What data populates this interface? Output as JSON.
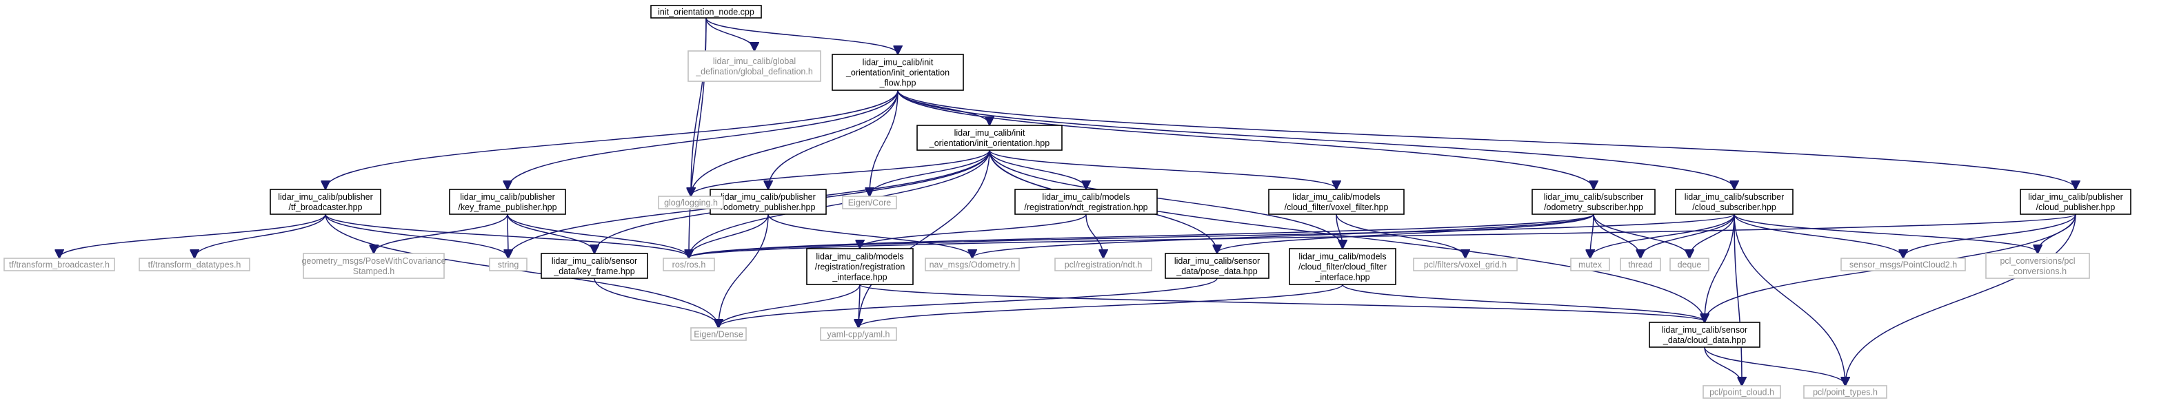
{
  "nodes": {
    "root": {
      "lines": [
        "init_orientation_node.cpp"
      ]
    },
    "global_def": {
      "lines": [
        "lidar_imu_calib/global",
        "_defination/global_defination.h"
      ]
    },
    "init_flow": {
      "lines": [
        "lidar_imu_calib/init",
        "_orientation/init_orientation",
        "_flow.hpp"
      ]
    },
    "init_orient": {
      "lines": [
        "lidar_imu_calib/init",
        "_orientation/init_orientation.hpp"
      ]
    },
    "tf_bc": {
      "lines": [
        "lidar_imu_calib/publisher",
        "/tf_broadcaster.hpp"
      ]
    },
    "kf_pub": {
      "lines": [
        "lidar_imu_calib/publisher",
        "/key_frame_publisher.hpp"
      ]
    },
    "odom_pub": {
      "lines": [
        "lidar_imu_calib/publisher",
        "/odometry_publisher.hpp"
      ]
    },
    "glog": {
      "lines": [
        "glog/logging.h"
      ]
    },
    "eigen_core": {
      "lines": [
        "Eigen/Core"
      ]
    },
    "ndt_reg": {
      "lines": [
        "lidar_imu_calib/models",
        "/registration/ndt_registration.hpp"
      ]
    },
    "voxel": {
      "lines": [
        "lidar_imu_calib/models",
        "/cloud_filter/voxel_filter.hpp"
      ]
    },
    "odom_sub": {
      "lines": [
        "lidar_imu_calib/subscriber",
        "/odometry_subscriber.hpp"
      ]
    },
    "cloud_sub": {
      "lines": [
        "lidar_imu_calib/subscriber",
        "/cloud_subscriber.hpp"
      ]
    },
    "cloud_pub": {
      "lines": [
        "lidar_imu_calib/publisher",
        "/cloud_publisher.hpp"
      ]
    },
    "tf_bc_h": {
      "lines": [
        "tf/transform_broadcaster.h"
      ]
    },
    "tf_dt": {
      "lines": [
        "tf/transform_datatypes.h"
      ]
    },
    "geom": {
      "lines": [
        "geometry_msgs/PoseWithCovariance",
        "Stamped.h"
      ]
    },
    "string": {
      "lines": [
        "string"
      ]
    },
    "key_frame": {
      "lines": [
        "lidar_imu_calib/sensor",
        "_data/key_frame.hpp"
      ]
    },
    "ros": {
      "lines": [
        "ros/ros.h"
      ]
    },
    "reg_iface": {
      "lines": [
        "lidar_imu_calib/models",
        "/registration/registration",
        "_interface.hpp"
      ]
    },
    "nav": {
      "lines": [
        "nav_msgs/Odometry.h"
      ]
    },
    "pcl_ndt": {
      "lines": [
        "pcl/registration/ndt.h"
      ]
    },
    "pose_data": {
      "lines": [
        "lidar_imu_calib/sensor",
        "_data/pose_data.hpp"
      ]
    },
    "cf_iface": {
      "lines": [
        "lidar_imu_calib/models",
        "/cloud_filter/cloud_filter",
        "_interface.hpp"
      ]
    },
    "pcl_voxel": {
      "lines": [
        "pcl/filters/voxel_grid.h"
      ]
    },
    "mutex": {
      "lines": [
        "mutex"
      ]
    },
    "thread": {
      "lines": [
        "thread"
      ]
    },
    "deque": {
      "lines": [
        "deque"
      ]
    },
    "pc2": {
      "lines": [
        "sensor_msgs/PointCloud2.h"
      ]
    },
    "pcl_conv": {
      "lines": [
        "pcl_conversions/pcl",
        "_conversions.h"
      ]
    },
    "eigen_dense": {
      "lines": [
        "Eigen/Dense"
      ]
    },
    "yaml": {
      "lines": [
        "yaml-cpp/yaml.h"
      ]
    },
    "cloud_data": {
      "lines": [
        "lidar_imu_calib/sensor",
        "_data/cloud_data.hpp"
      ]
    },
    "pcl_pc": {
      "lines": [
        "pcl/point_cloud.h"
      ]
    },
    "pcl_pt": {
      "lines": [
        "pcl/point_types.h"
      ]
    }
  },
  "edges": [
    [
      "root",
      "global_def"
    ],
    [
      "root",
      "init_flow"
    ],
    [
      "root",
      "glog"
    ],
    [
      "root",
      "ros"
    ],
    [
      "init_flow",
      "init_orient"
    ],
    [
      "init_flow",
      "tf_bc"
    ],
    [
      "init_flow",
      "kf_pub"
    ],
    [
      "init_flow",
      "odom_pub"
    ],
    [
      "init_flow",
      "glog"
    ],
    [
      "init_flow",
      "eigen_core"
    ],
    [
      "init_flow",
      "odom_sub"
    ],
    [
      "init_flow",
      "cloud_sub"
    ],
    [
      "init_flow",
      "cloud_pub"
    ],
    [
      "init_orient",
      "glog"
    ],
    [
      "init_orient",
      "eigen_core"
    ],
    [
      "init_orient",
      "ndt_reg"
    ],
    [
      "init_orient",
      "voxel"
    ],
    [
      "init_orient",
      "ros"
    ],
    [
      "init_orient",
      "key_frame"
    ],
    [
      "init_orient",
      "pose_data"
    ],
    [
      "init_orient",
      "cf_iface"
    ],
    [
      "init_orient",
      "cloud_data"
    ],
    [
      "init_orient",
      "yaml"
    ],
    [
      "init_orient",
      "string"
    ],
    [
      "tf_bc",
      "tf_bc_h"
    ],
    [
      "tf_bc",
      "tf_dt"
    ],
    [
      "tf_bc",
      "string"
    ],
    [
      "tf_bc",
      "ros"
    ],
    [
      "tf_bc",
      "eigen_dense"
    ],
    [
      "kf_pub",
      "geom"
    ],
    [
      "kf_pub",
      "string"
    ],
    [
      "kf_pub",
      "key_frame"
    ],
    [
      "kf_pub",
      "ros"
    ],
    [
      "odom_pub",
      "ros"
    ],
    [
      "odom_pub",
      "nav"
    ],
    [
      "odom_pub",
      "eigen_dense"
    ],
    [
      "ndt_reg",
      "reg_iface"
    ],
    [
      "ndt_reg",
      "pcl_ndt"
    ],
    [
      "voxel",
      "cf_iface"
    ],
    [
      "voxel",
      "pcl_voxel"
    ],
    [
      "odom_sub",
      "ros"
    ],
    [
      "odom_sub",
      "nav"
    ],
    [
      "odom_sub",
      "pose_data"
    ],
    [
      "odom_sub",
      "mutex"
    ],
    [
      "odom_sub",
      "thread"
    ],
    [
      "odom_sub",
      "deque"
    ],
    [
      "cloud_sub",
      "ros"
    ],
    [
      "cloud_sub",
      "mutex"
    ],
    [
      "cloud_sub",
      "thread"
    ],
    [
      "cloud_sub",
      "deque"
    ],
    [
      "cloud_sub",
      "pc2"
    ],
    [
      "cloud_sub",
      "pcl_conv"
    ],
    [
      "cloud_sub",
      "cloud_data"
    ],
    [
      "cloud_sub",
      "pcl_pc"
    ],
    [
      "cloud_sub",
      "pcl_pt"
    ],
    [
      "cloud_pub",
      "pc2"
    ],
    [
      "cloud_pub",
      "pcl_conv"
    ],
    [
      "cloud_pub",
      "cloud_data"
    ],
    [
      "cloud_pub",
      "ros"
    ],
    [
      "cloud_pub",
      "pcl_pt"
    ],
    [
      "key_frame",
      "eigen_dense"
    ],
    [
      "reg_iface",
      "yaml"
    ],
    [
      "reg_iface",
      "cloud_data"
    ],
    [
      "reg_iface",
      "eigen_dense"
    ],
    [
      "pose_data",
      "eigen_dense"
    ],
    [
      "cf_iface",
      "yaml"
    ],
    [
      "cf_iface",
      "cloud_data"
    ],
    [
      "cloud_data",
      "pcl_pc"
    ],
    [
      "cloud_data",
      "pcl_pt"
    ]
  ]
}
